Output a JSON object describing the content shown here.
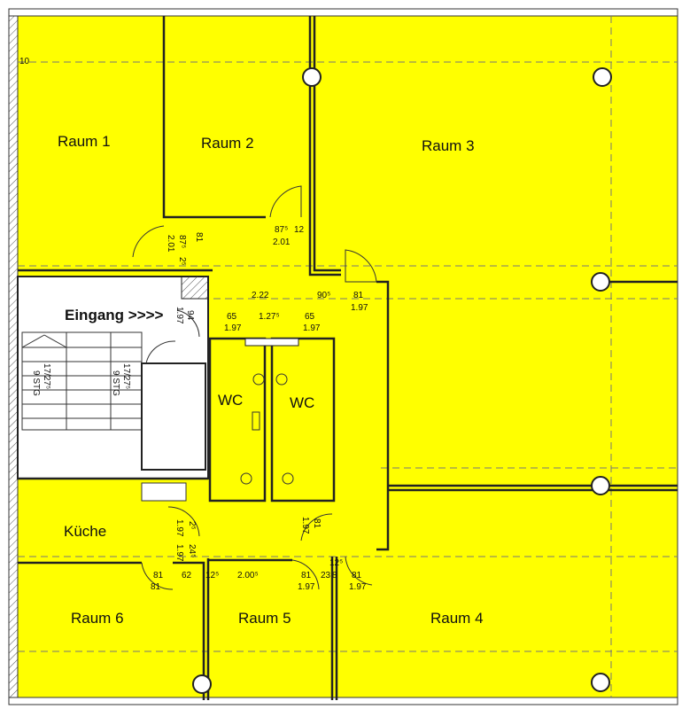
{
  "plan": {
    "fill_color": "#FFFF00",
    "wall_color": "#222222",
    "rooms": {
      "raum1": "Raum 1",
      "raum2": "Raum 2",
      "raum3": "Raum 3",
      "raum4": "Raum 4",
      "raum5": "Raum 5",
      "raum6": "Raum 6",
      "kueche": "Küche",
      "wc1": "WC",
      "wc2": "WC",
      "entrance": "Eingang >>>>"
    },
    "stairs": [
      {
        "steps": "9 STG",
        "rise": "17/27⁵"
      },
      {
        "steps": "9 STG",
        "rise": "17/27⁵"
      }
    ],
    "dimensions": [
      "10",
      "87⁵",
      "2.01",
      "12",
      "2.01",
      "87⁵",
      "2⁵",
      "2.22",
      "90⁵",
      "81",
      "1.97",
      "94",
      "1.97",
      "65",
      "1.97",
      "1.27⁵",
      "65",
      "1.97",
      "81",
      "1.97",
      "24⁵",
      "81",
      "62",
      "12⁵",
      "2.00⁵",
      "81",
      "1.97",
      "23",
      "8",
      "81",
      "1.97",
      "12⁵",
      "81",
      "1.97",
      "2⁵",
      "1.97",
      "81"
    ]
  }
}
